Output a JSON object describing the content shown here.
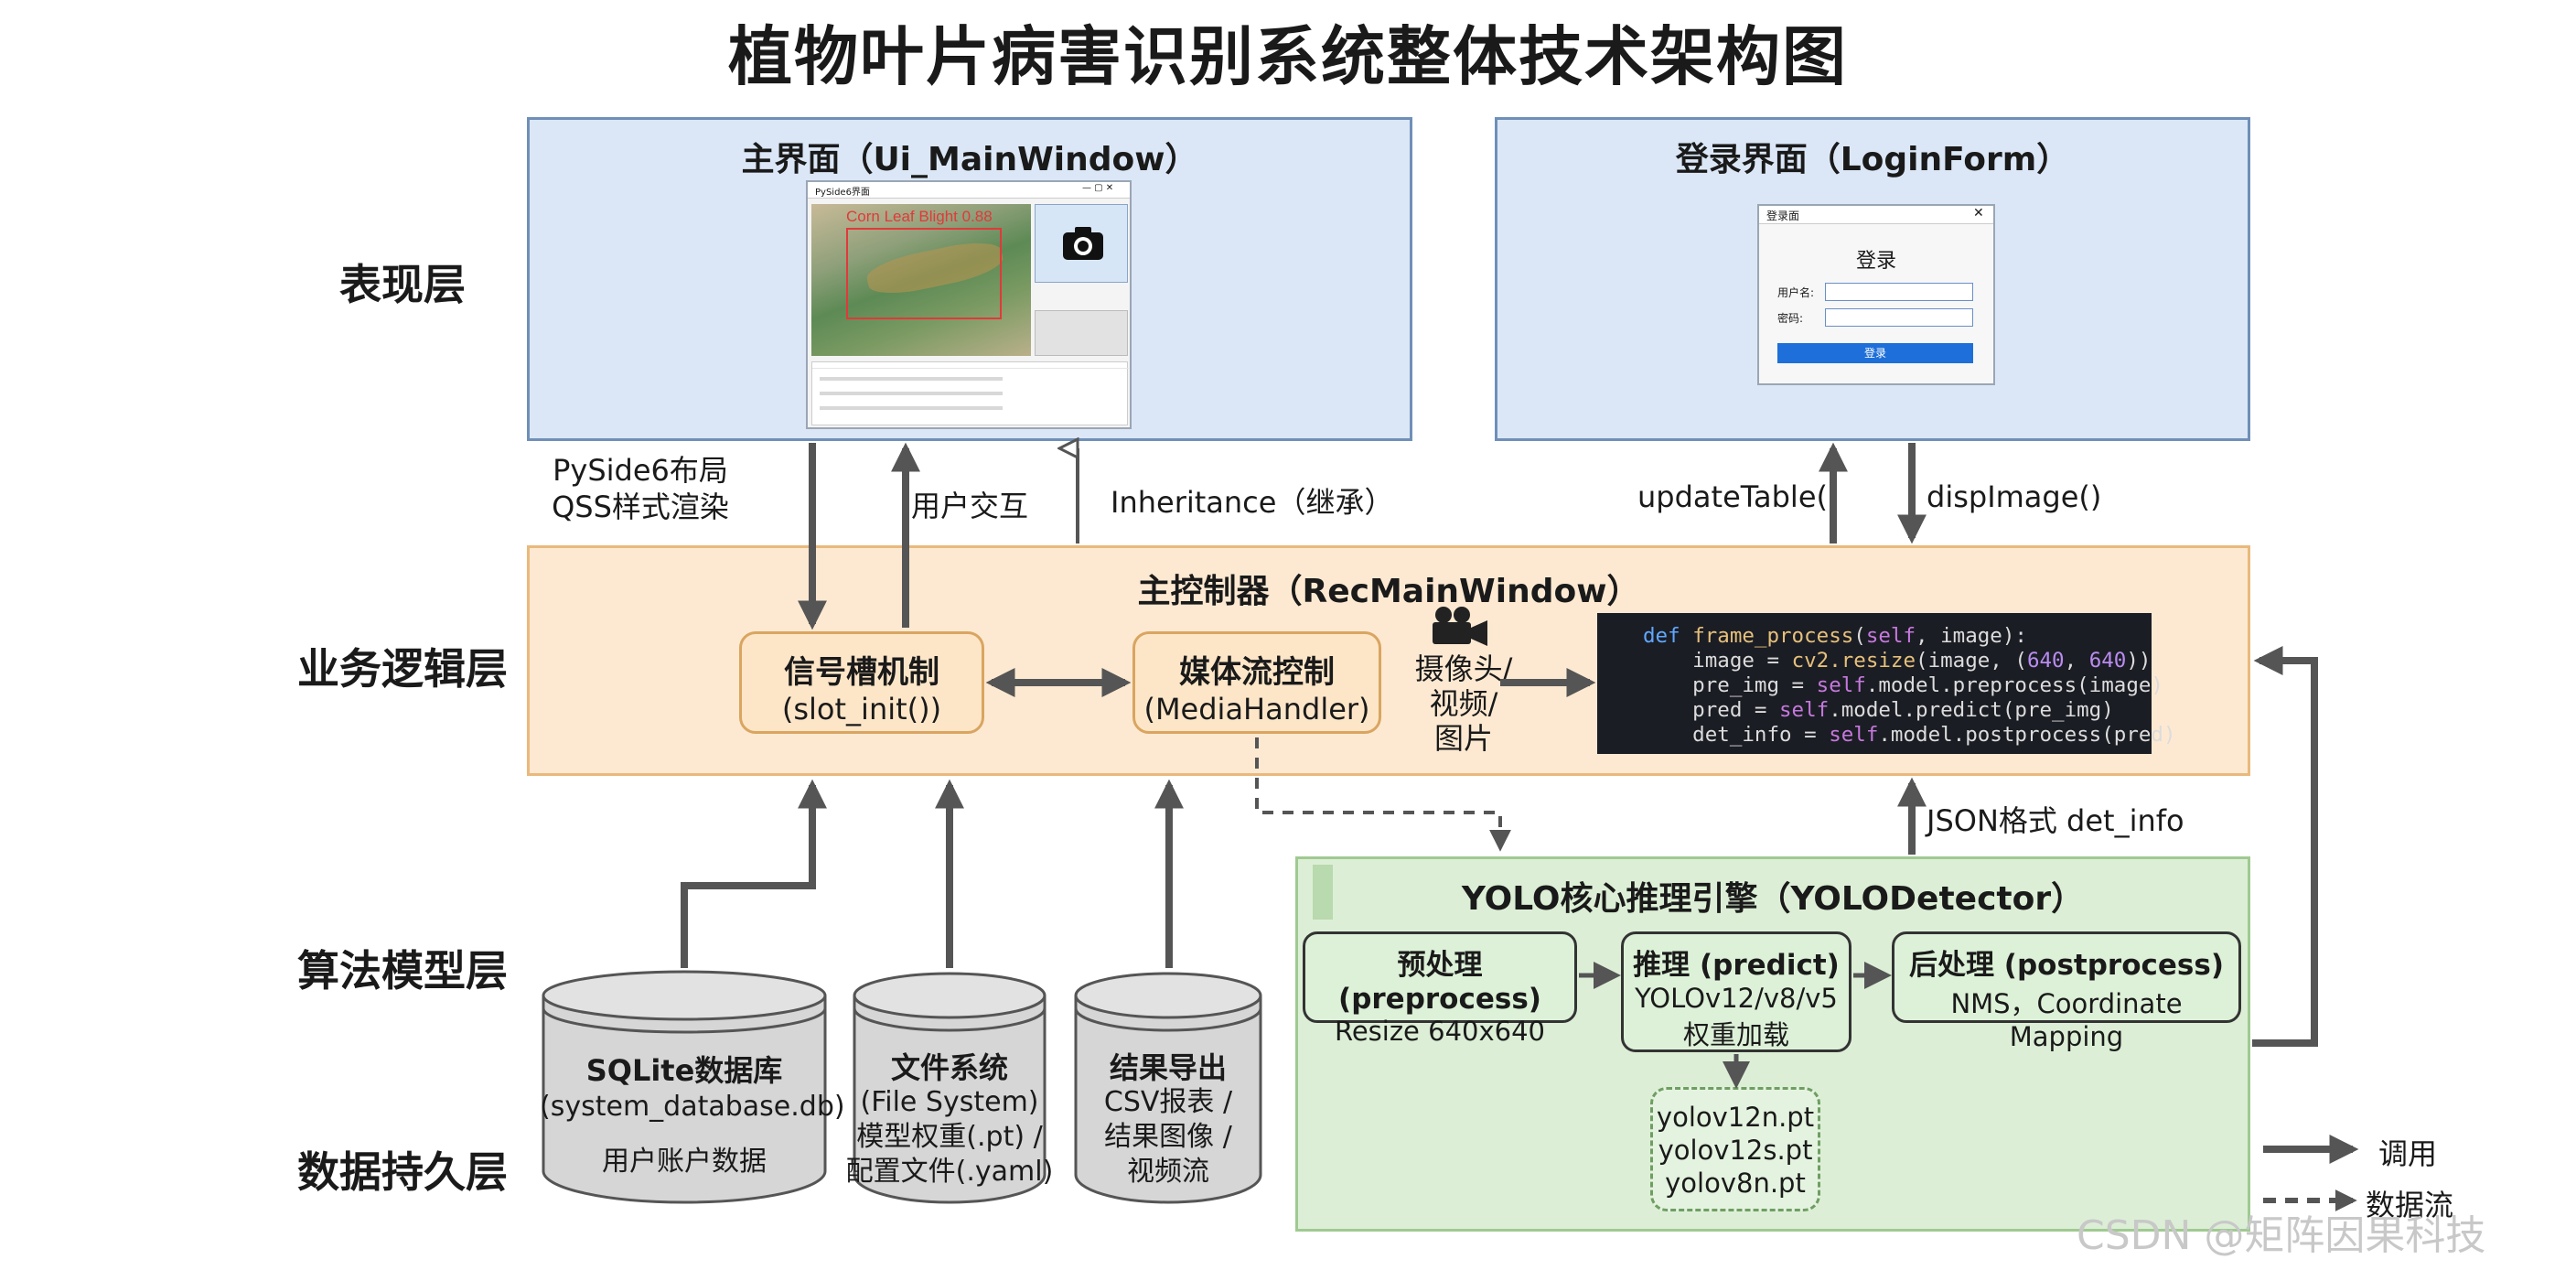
{
  "title": "植物叶片病害识别系统整体技术架构图",
  "layers": [
    "表现层",
    "业务逻辑层",
    "算法模型层",
    "数据持久层"
  ],
  "presentation": {
    "main_window": {
      "title": "主界面（Ui_MainWindow）",
      "thumb_window_title": "PySide6界面",
      "detection_label": "Corn Leaf Blight 0.88"
    },
    "login": {
      "title": "登录界面（LoginForm）",
      "window_title": "登录面",
      "heading": "登录",
      "user_label": "用户名:",
      "password_label": "密码:",
      "submit": "登录"
    }
  },
  "edges": {
    "pyside_layout": "PySide6布局",
    "qss_render": "QSS样式渲染",
    "user_interaction": "用户交互",
    "inheritance": "Inheritance（继承）",
    "update_table": "updateTable()",
    "disp_image": "dispImage()",
    "json_det": "JSON格式 det_info",
    "media_sources": [
      "摄像头/",
      "视频/",
      "图片"
    ]
  },
  "logic": {
    "title": "主控制器（RecMainWindow）",
    "slot_box": [
      "信号槽机制",
      "(slot_init())"
    ],
    "media_box": [
      "媒体流控制",
      "(MediaHandler)"
    ],
    "code": {
      "line1": {
        "kw": "def",
        "fn": "frame_process",
        "rest1": "(",
        "self": "self",
        "rest2": ", image):"
      },
      "line2": {
        "pre": "    image = ",
        "fn": "cv2.resize",
        "mid": "(image, (",
        "n1": "640",
        "sep": ", ",
        "n2": "640",
        "post": "))"
      },
      "line3": {
        "pre": "    pre_img = ",
        "self": "self",
        "post": ".model.preprocess(image)"
      },
      "line4": {
        "pre": "    pred = ",
        "self": "self",
        "post": ".model.predict(pre_img)"
      },
      "line5": {
        "pre": "    det_info = ",
        "self": "self",
        "post": ".model.postprocess(pred)"
      }
    }
  },
  "algorithm": {
    "title": "YOLO核心推理引擎（YOLODetector）",
    "preprocess": [
      "预处理 (preprocess)",
      "Resize 640x640"
    ],
    "predict": [
      "推理 (predict)",
      "YOLOv12/v8/v5",
      "权重加载"
    ],
    "postprocess": [
      "后处理 (postprocess)",
      "NMS，Coordinate Mapping"
    ],
    "weights": [
      "yolov12n.pt",
      "yolov12s.pt",
      "yolov8n.pt"
    ]
  },
  "storage": {
    "sqlite": [
      "SQLite数据库",
      "(system_database.db)",
      "用户账户数据"
    ],
    "fs": [
      "文件系统",
      "(File System)",
      "模型权重(.pt) /",
      "配置文件(.yaml)"
    ],
    "export": [
      "结果导出",
      "CSV报表 /",
      "结果图像 /",
      "视频流"
    ]
  },
  "legend": {
    "call": "调用",
    "dataflow": "数据流"
  },
  "watermark": "CSDN @矩阵因果科技",
  "colors": {
    "presentation_bg": "#dbe7f6",
    "logic_bg": "#fde9d2",
    "algorithm_bg": "#dcefd6",
    "arrow": "#555555"
  }
}
